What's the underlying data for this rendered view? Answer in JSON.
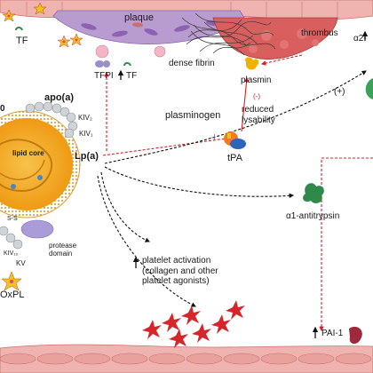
{
  "labels": {
    "plaque": "plaque",
    "tf_left": "TF",
    "tfpi": "TFPI",
    "tf_mid": "TF",
    "dense_fibrin": "dense fibrin",
    "thrombus": "thrombus",
    "a2": "α2-",
    "plasmin": "plasmin",
    "reduced_effect": "(-)",
    "reduced_lysability": "reduced\nlysability",
    "plus": "(+)",
    "plasminogen": "plasminogen",
    "tpa": "tPA",
    "inhibit_mark": "-|",
    "apo_a": "apo(a)",
    "kiv2": "KIV₂",
    "kiv1": "KIV₁",
    "lpa": "Lp(a)",
    "lipid_core": "lipid core",
    "a1_antitrypsin": "α1-antitrypsin",
    "ss": "S-S",
    "kiv10": "KIV₁₀",
    "kv": "KV",
    "protease_domain": "protease\ndomain",
    "oxpl": "OxPL",
    "platelet_activation": "platelet activation\n(collagen and other\nplatelet agonists)",
    "pai1": "PAI-1",
    "partial_0": "0"
  },
  "colors": {
    "endothelium": "#f0b9b6",
    "endothelium_edge": "#c9706d",
    "plaque_fill": "#b99ccf",
    "plaque_cells": "#8e62b3",
    "thrombus": "#d95f5f",
    "fibrin": "#3a3a3a",
    "lipid_core": "#f0a81e",
    "lipid_shell": "#e9b866",
    "apo_bead": "#cfd4d9",
    "protease": "#a99cd9",
    "plasmin": "#f2b100",
    "tpa_orange": "#f47a20",
    "tpa_blue": "#2d63b8",
    "antitrypsin": "#2f8a4a",
    "pai1": "#9c2a3a",
    "platelet": "#d6262b",
    "tfpi": "#9a8fc9",
    "oxpl_star": "#f0c419",
    "oxpl_dot": "#e0447a",
    "red_arrow": "#d41f26",
    "black_arrow": "#111111"
  },
  "icons": [
    "oxpl-star-icon",
    "tf-icon",
    "tfpi-icon",
    "plasmin-icon",
    "tpa-icon",
    "antitrypsin-icon",
    "pai1-icon",
    "platelet-icon"
  ]
}
